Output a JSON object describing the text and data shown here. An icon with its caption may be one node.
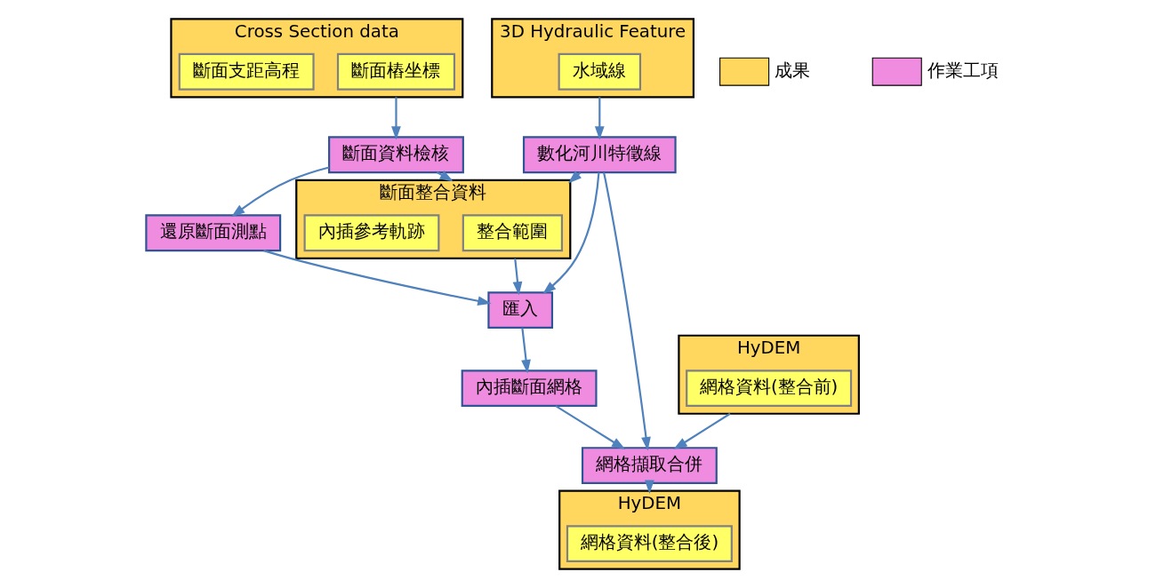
{
  "diagram": {
    "nodes": [
      {
        "text": [
          "Cross Section data"
        ]
      },
      {
        "text": [
          "斷面樁坐標"
        ],
        "in": 0
      },
      {
        "text": [
          "斷面支距高程"
        ],
        "in": 0
      },
      {
        "text": [
          "斷面資料檢核"
        ]
      },
      {
        "text": [
          "還原斷面測點"
        ]
      },
      {
        "text": [
          "斷面整合資料"
        ]
      },
      {
        "text": [
          "整合範圍"
        ],
        "in": 5
      },
      {
        "text": [
          "內插參考軌跡"
        ],
        "in": 5
      },
      {
        "text": [
          "匯入"
        ]
      },
      {
        "text": [
          "3D Hydraulic Feature"
        ]
      },
      {
        "text": [
          "水域線"
        ],
        "in": 9
      },
      {
        "text": [
          "數化河川特徵線"
        ]
      },
      {
        "text": [
          "內插斷面網格"
        ]
      },
      {
        "text": [
          "HyDEM"
        ]
      },
      {
        "text": [
          "網格資料(整合前)"
        ],
        "in": 13
      },
      {
        "text": [
          "網格擷取合併"
        ]
      },
      {
        "text": [
          "HyDEM"
        ]
      },
      {
        "text": [
          "網格資料(整合後)"
        ],
        "in": 16
      }
    ],
    "edges": [
      {
        "from": 0,
        "to": 3,
        "arrow": "to"
      },
      {
        "from": 3,
        "to": 4,
        "arrow": "to"
      },
      {
        "from": 3,
        "to": 5,
        "arrow": "to"
      },
      {
        "from": 4,
        "to": 8,
        "arrow": "to"
      },
      {
        "from": 5,
        "to": 8,
        "arrow": "to"
      },
      {
        "from": 11,
        "to": 8,
        "arrow": "to"
      },
      {
        "from": 9,
        "to": 11,
        "arrow": "to"
      },
      {
        "from": 11,
        "to": 5,
        "arrow": "to"
      },
      {
        "from": 8,
        "to": 12,
        "arrow": "to"
      },
      {
        "from": 11,
        "to": 15,
        "arrow": "to"
      },
      {
        "from": 12,
        "to": 15,
        "arrow": "to"
      },
      {
        "from": 13,
        "to": 15,
        "arrow": "to"
      },
      {
        "from": 15,
        "to": 16,
        "arrow": "to"
      }
    ],
    "legend": [
      {
        "text": "成果",
        "color": "#ffd75e"
      },
      {
        "text": "作業工項",
        "color": "#f08ce0"
      }
    ]
  }
}
